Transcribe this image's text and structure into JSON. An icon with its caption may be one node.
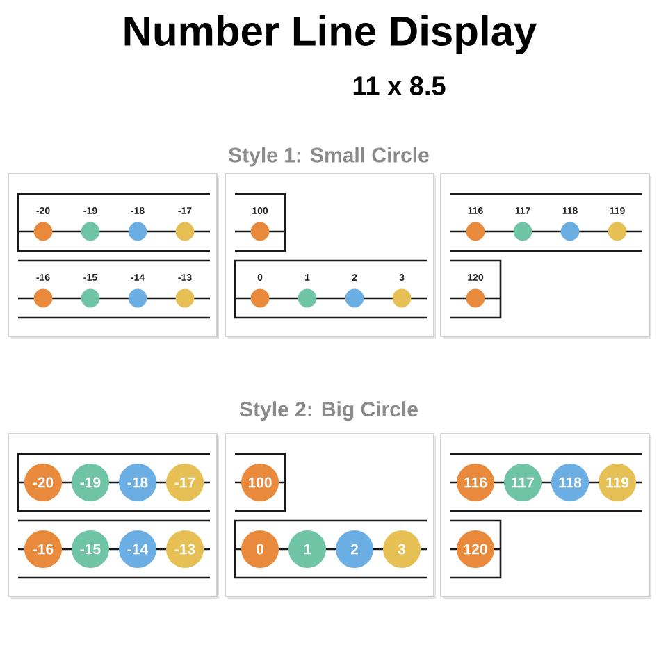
{
  "diagram": {
    "title": "Number Line Display",
    "nodes": [
      {
        "text": [],
        "shape": "box"
      },
      {
        "text": [],
        "shape": "circle",
        "beside": [
          "-20"
        ],
        "in": 0
      },
      {
        "text": [],
        "shape": "circle",
        "beside": [
          "-19"
        ],
        "in": 0
      },
      {
        "text": [],
        "shape": "circle",
        "beside": [
          "-18"
        ],
        "in": 0
      },
      {
        "text": [],
        "shape": "circle",
        "beside": [
          "-17"
        ],
        "in": 0
      },
      {
        "text": [],
        "shape": "circle",
        "beside": [
          "-16"
        ],
        "in": 0
      },
      {
        "text": [],
        "shape": "circle",
        "beside": [
          "-15"
        ],
        "in": 0
      },
      {
        "text": [],
        "shape": "circle",
        "beside": [
          "-14"
        ],
        "in": 0
      },
      {
        "text": [],
        "shape": "circle",
        "beside": [
          "-13"
        ],
        "in": 0
      },
      {
        "text": [],
        "shape": "box"
      },
      {
        "text": [],
        "shape": "circle",
        "beside": [
          "100"
        ],
        "in": 9
      },
      {
        "text": [],
        "shape": "circle",
        "beside": [
          "0"
        ],
        "in": 9
      },
      {
        "text": [],
        "shape": "circle",
        "beside": [
          "1"
        ],
        "in": 9
      },
      {
        "text": [],
        "shape": "circle",
        "beside": [
          "2"
        ],
        "in": 9
      },
      {
        "text": [],
        "shape": "circle",
        "beside": [
          "3"
        ],
        "in": 9
      },
      {
        "text": [],
        "shape": "box"
      },
      {
        "text": [],
        "shape": "circle",
        "beside": [
          "116"
        ],
        "in": 15
      },
      {
        "text": [],
        "shape": "circle",
        "beside": [
          "117"
        ],
        "in": 15
      },
      {
        "text": [],
        "shape": "circle",
        "beside": [
          "118"
        ],
        "in": 15
      },
      {
        "text": [],
        "shape": "circle",
        "beside": [
          "119"
        ],
        "in": 15
      },
      {
        "text": [],
        "shape": "circle",
        "beside": [
          "120"
        ],
        "in": 15
      },
      {
        "text": [],
        "shape": "box"
      },
      {
        "text": [
          "-20"
        ],
        "in": 21
      },
      {
        "text": [
          "-19"
        ],
        "in": 21
      },
      {
        "text": [
          "-18"
        ],
        "in": 21
      },
      {
        "text": [
          "-17"
        ],
        "in": 21
      },
      {
        "text": [
          "-16"
        ],
        "in": 21
      },
      {
        "text": [
          "-15"
        ],
        "in": 21
      },
      {
        "text": [
          "-14"
        ],
        "in": 21
      },
      {
        "text": [
          "-13"
        ],
        "in": 21
      },
      {
        "text": [],
        "shape": "box"
      },
      {
        "text": [
          "100"
        ],
        "in": 30
      },
      {
        "text": [
          "0"
        ],
        "in": 30
      },
      {
        "text": [
          "1"
        ],
        "in": 30
      },
      {
        "text": [
          "2"
        ],
        "in": 30
      },
      {
        "text": [
          "3"
        ],
        "in": 30
      },
      {
        "text": [],
        "shape": "box"
      },
      {
        "text": [
          "116"
        ],
        "in": 36
      },
      {
        "text": [
          "117"
        ],
        "in": 36
      },
      {
        "text": [
          "118"
        ],
        "in": 36
      },
      {
        "text": [
          "119"
        ],
        "in": 36
      },
      {
        "text": [
          "120"
        ],
        "in": 36
      }
    ],
    "labels": [
      "11 x 8.5",
      "Style 1: Small Circle",
      "Style 2: Big Circle"
    ]
  }
}
